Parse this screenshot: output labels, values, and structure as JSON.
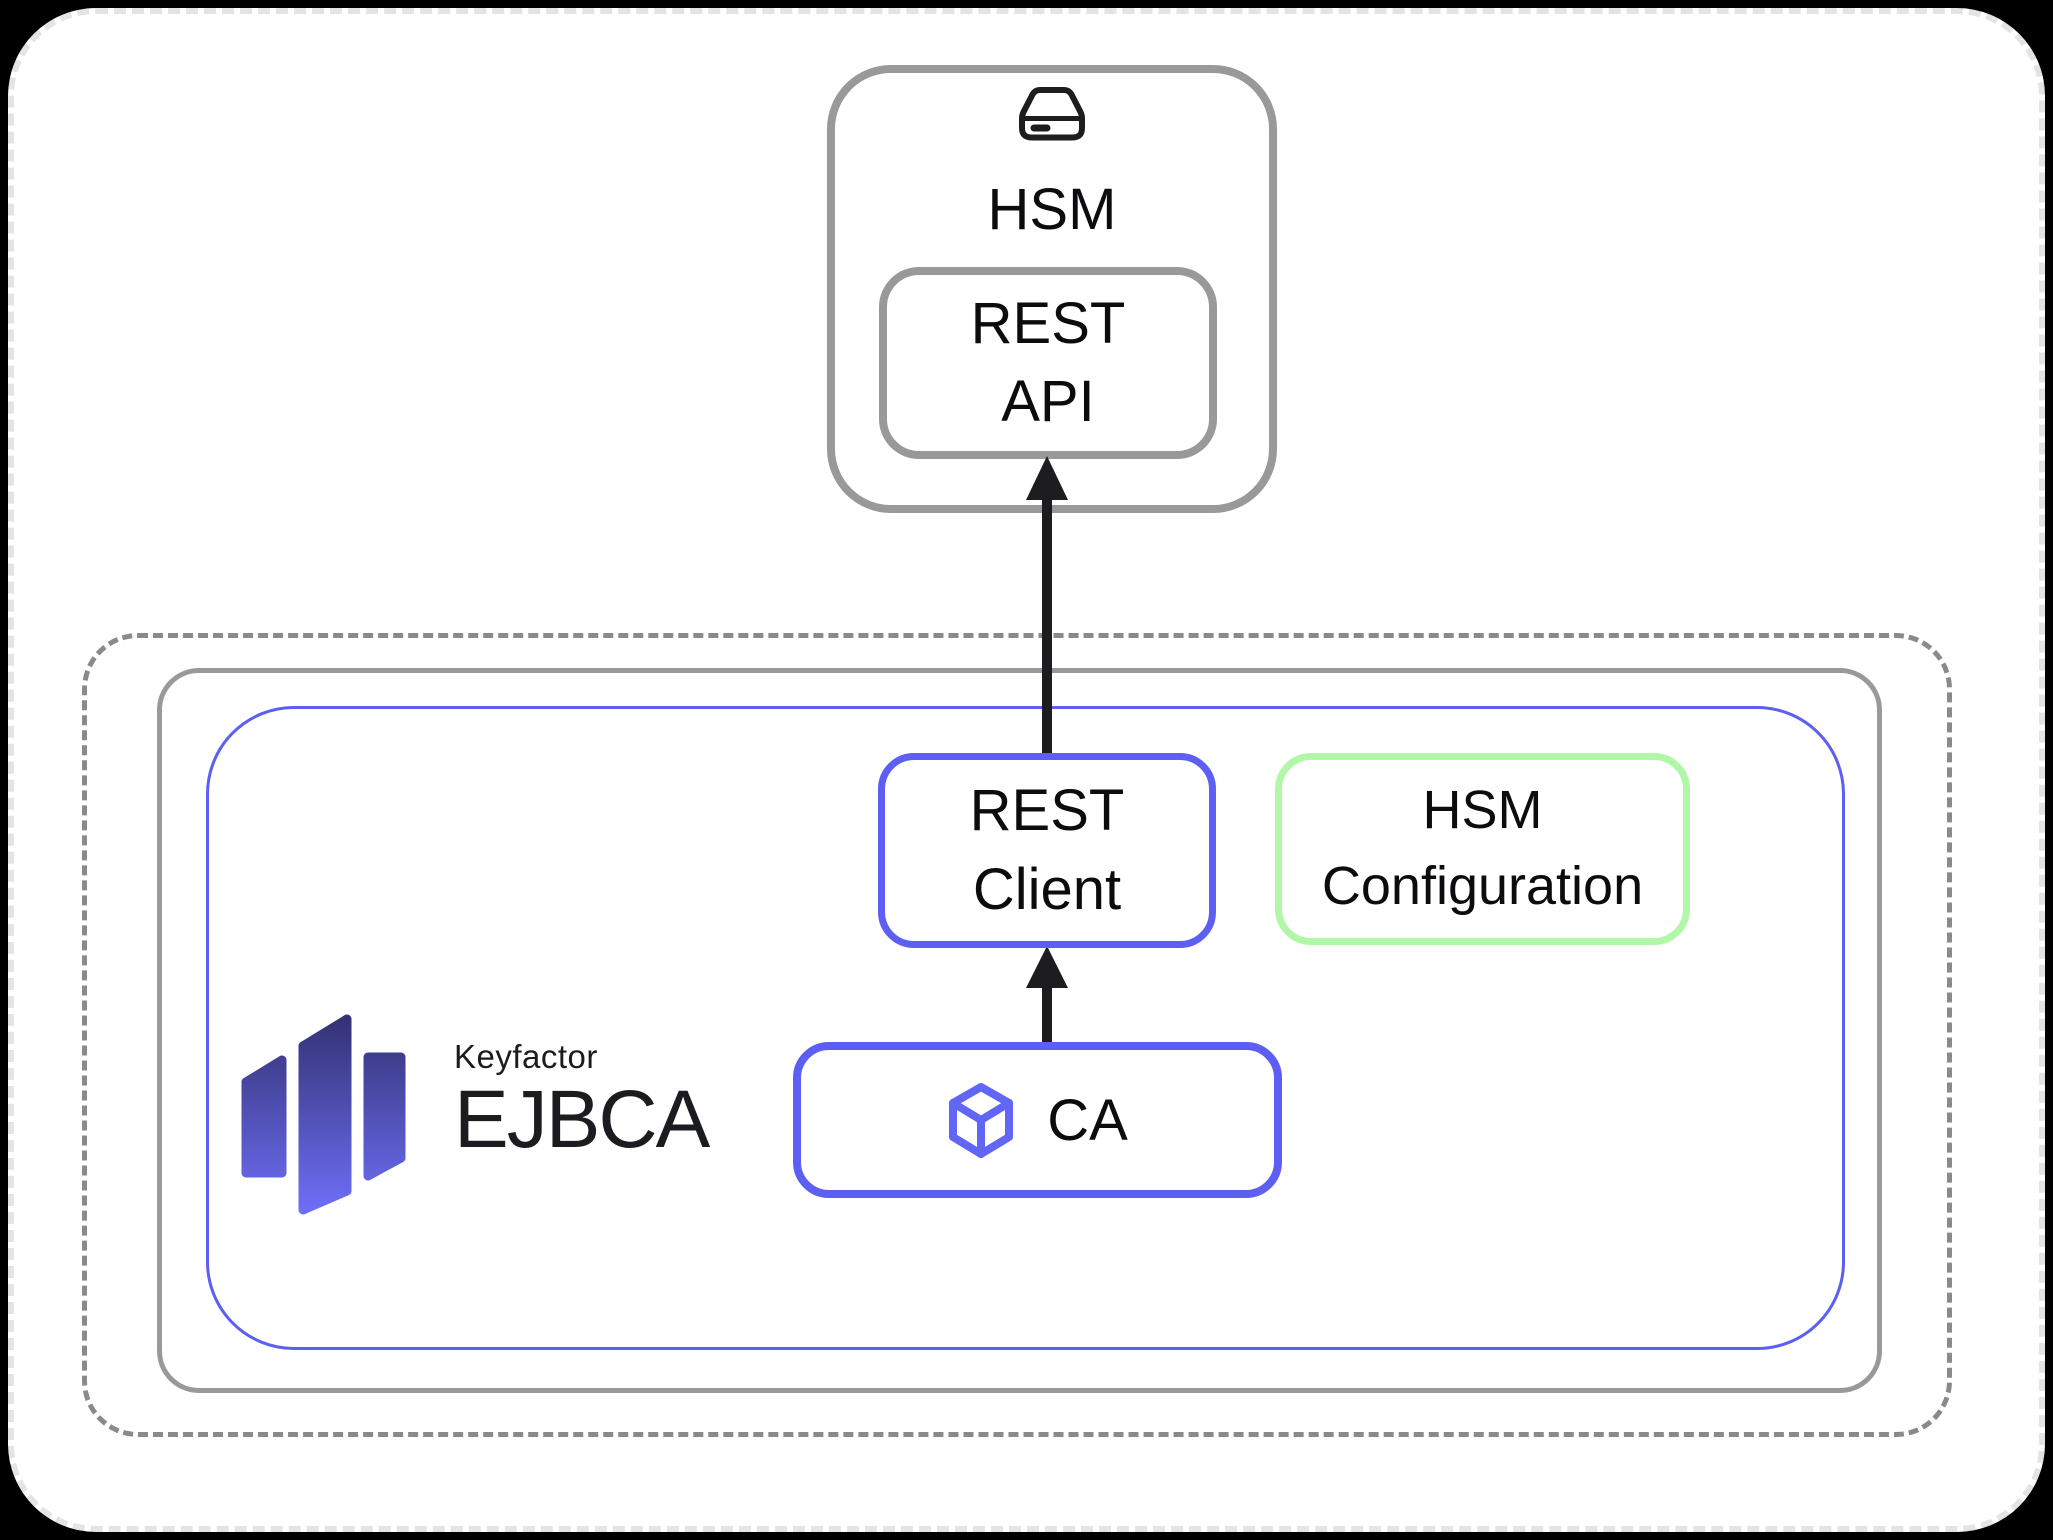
{
  "colors": {
    "background": "#000000",
    "card_edge": "#e4e4e4",
    "gray_border": "#999999",
    "dashed_border": "#8a8a8a",
    "blue_accent": "#5c5ff2",
    "green_accent": "#b0f8a8",
    "arrow": "#1d1d1f",
    "text": "#0c0c0e",
    "logo_gradient_top": "#323070",
    "logo_gradient_bottom": "#6f70fa"
  },
  "hsm": {
    "title": "HSM",
    "icon": "hsm-device-icon",
    "rest_api": {
      "line1": "REST",
      "line2": "API"
    }
  },
  "platform": {
    "logo": {
      "brand": "Keyfactor",
      "product": "EJBCA",
      "mark": "keyfactor-bars-icon"
    },
    "rest_client": {
      "line1": "REST",
      "line2": "Client"
    },
    "hsm_configuration": {
      "line1": "HSM",
      "line2": "Configuration"
    },
    "ca": {
      "label": "CA",
      "icon": "cube-icon"
    }
  },
  "connections": [
    {
      "from": "CA",
      "to": "REST Client"
    },
    {
      "from": "REST Client",
      "to": "REST API"
    }
  ]
}
